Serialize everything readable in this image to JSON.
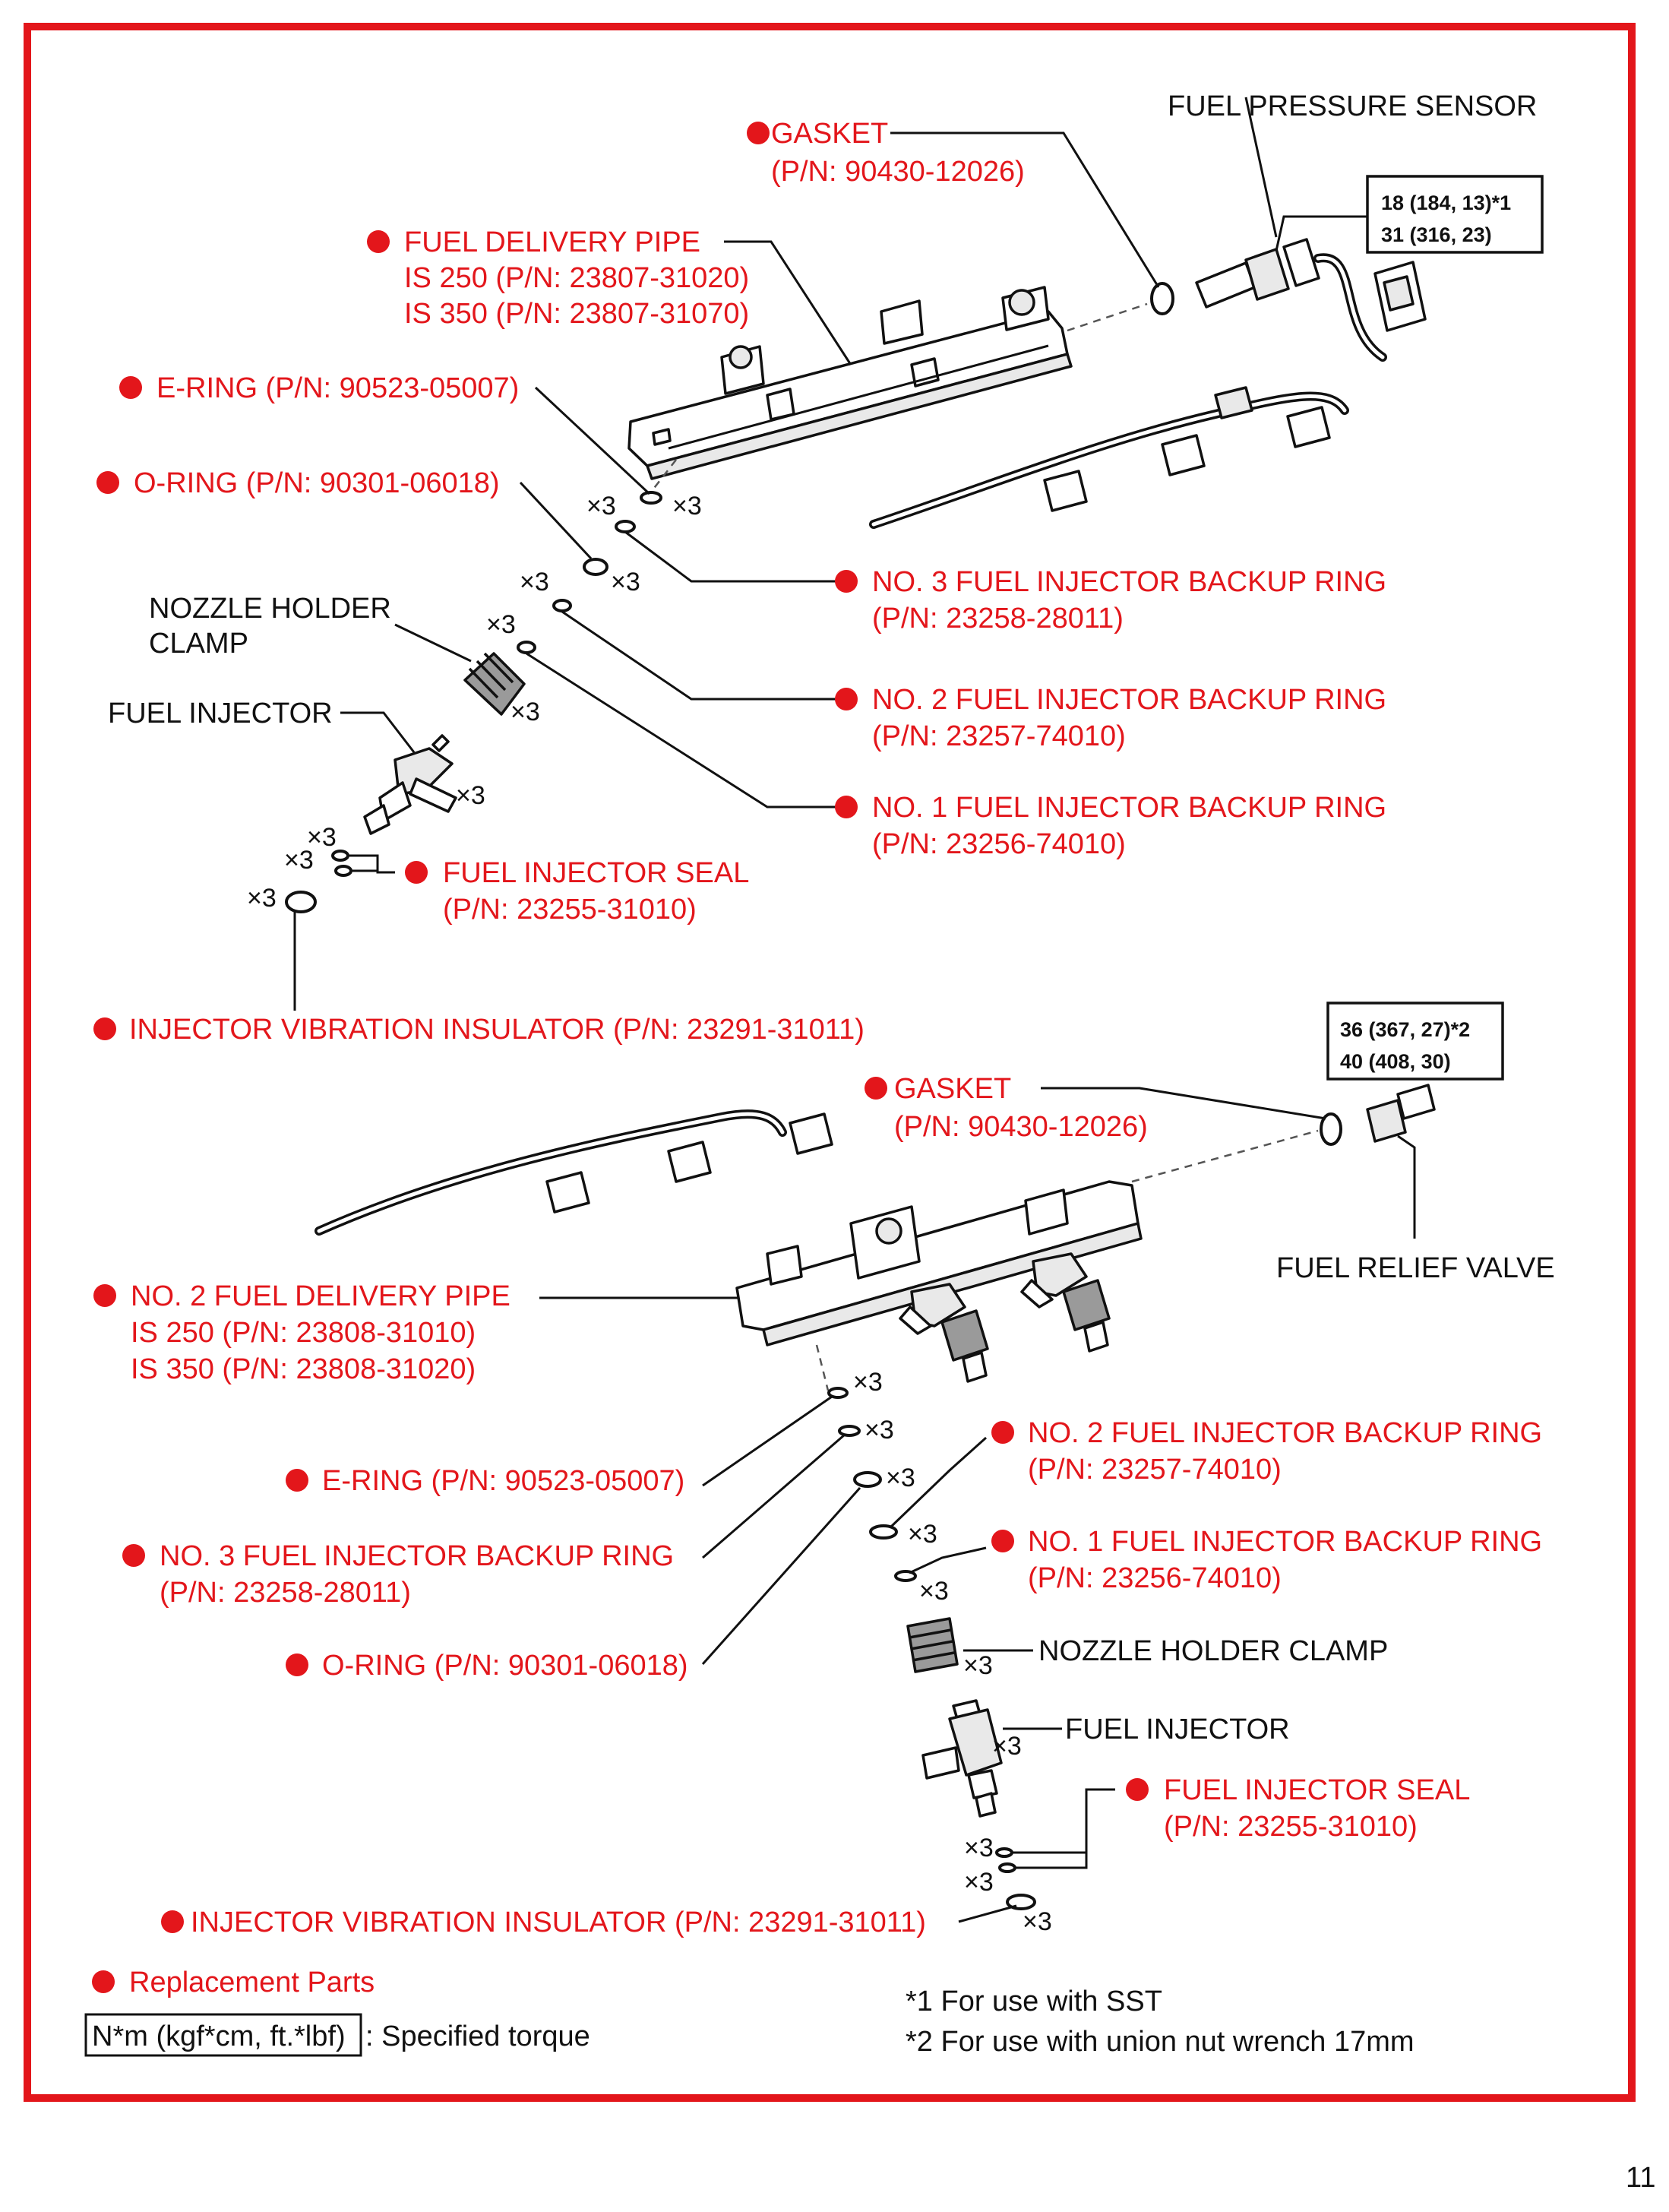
{
  "page_number": "11",
  "colors": {
    "frame": "#e3161b",
    "replacement_label": "#e3161b",
    "text": "#111111"
  },
  "upper": {
    "gasket": {
      "name": "GASKET",
      "pn": "(P/N: 90430-12026)"
    },
    "fuel_pressure_sensor": "FUEL PRESSURE SENSOR",
    "torque_sensor": {
      "line1": "18 (184, 13)*1",
      "line2": "31 (316, 23)"
    },
    "fuel_delivery_pipe": {
      "name": "FUEL DELIVERY PIPE",
      "is250": "IS 250 (P/N: 23807-31020)",
      "is350": "IS 350 (P/N: 23807-31070)"
    },
    "e_ring": "E-RING (P/N: 90523-05007)",
    "o_ring": "O-RING (P/N: 90301-06018)",
    "no3_backup": {
      "name": "NO. 3 FUEL INJECTOR BACKUP RING",
      "pn": "(P/N: 23258-28011)"
    },
    "nozzle_holder_clamp": {
      "line1": "NOZZLE HOLDER",
      "line2": "CLAMP"
    },
    "no2_backup": {
      "name": "NO. 2 FUEL INJECTOR BACKUP RING",
      "pn": "(P/N: 23257-74010)"
    },
    "fuel_injector": "FUEL INJECTOR",
    "no1_backup": {
      "name": "NO. 1 FUEL INJECTOR BACKUP RING",
      "pn": "(P/N: 23256-74010)"
    },
    "fuel_injector_seal": {
      "name": "FUEL INJECTOR SEAL",
      "pn": "(P/N: 23255-31010)"
    },
    "injector_vibration_insulator": "INJECTOR VIBRATION INSULATOR (P/N: 23291-31011)"
  },
  "lower": {
    "torque_valve": {
      "line1": "36 (367, 27)*2",
      "line2": "40 (408, 30)"
    },
    "gasket": {
      "name": "GASKET",
      "pn": "(P/N: 90430-12026)"
    },
    "fuel_relief_valve": "FUEL RELIEF VALVE",
    "no2_fuel_delivery_pipe": {
      "name": "NO. 2 FUEL DELIVERY PIPE",
      "is250": "IS 250 (P/N: 23808-31010)",
      "is350": "IS 350 (P/N: 23808-31020)"
    },
    "e_ring": "E-RING (P/N: 90523-05007)",
    "no2_backup": {
      "name": "NO. 2 FUEL INJECTOR BACKUP RING",
      "pn": "(P/N: 23257-74010)"
    },
    "no3_backup": {
      "name": "NO. 3 FUEL INJECTOR BACKUP RING",
      "pn": "(P/N: 23258-28011)"
    },
    "no1_backup": {
      "name": "NO. 1 FUEL INJECTOR BACKUP RING",
      "pn": "(P/N: 23256-74010)"
    },
    "o_ring": "O-RING (P/N: 90301-06018)",
    "nozzle_holder_clamp": "NOZZLE HOLDER CLAMP",
    "fuel_injector": "FUEL INJECTOR",
    "fuel_injector_seal": {
      "name": "FUEL INJECTOR SEAL",
      "pn": "(P/N: 23255-31010)"
    },
    "injector_vibration_insulator": "INJECTOR VIBRATION INSULATOR (P/N: 23291-31011)"
  },
  "multiplier": "×3",
  "legend": {
    "replacement_parts": "Replacement Parts",
    "torque_box": "N*m (kgf*cm, ft.*lbf)",
    "torque_desc": ": Specified torque"
  },
  "notes": {
    "note1": "*1 For use with SST",
    "note2": "*2 For use with union nut wrench 17mm"
  }
}
